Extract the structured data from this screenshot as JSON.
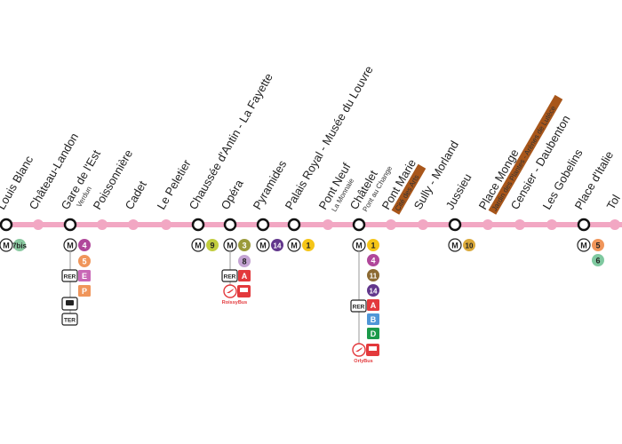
{
  "line_color": "#f2a7c3",
  "colors": {
    "line_1": "#f5c518",
    "line_3": "#9b9b3b",
    "line_4": "#b0479a",
    "line_5": "#f0955a",
    "line_6": "#7fc9a0",
    "line_7bis": "#89c9a0",
    "line_8": "#c4a3d3",
    "line_9": "#c2cd3e",
    "line_10": "#d9a83a",
    "line_11": "#8c6a33",
    "line_14": "#62378c",
    "rer_a": "#e3393c",
    "rer_b": "#4f96d7",
    "rer_d": "#1b9a4a",
    "rer_e": "#c867b6",
    "rer_p": "#f0955a",
    "bus_red": "#e3393c",
    "label_brown": "#a8561a"
  },
  "stations": [
    {
      "name": "Louis Blanc",
      "sub": ""
    },
    {
      "name": "Château-Landon",
      "sub": ""
    },
    {
      "name": "Gare de l'Est",
      "sub": "Verdun"
    },
    {
      "name": "Poissonnière",
      "sub": ""
    },
    {
      "name": "Cadet",
      "sub": ""
    },
    {
      "name": "Le Peletier",
      "sub": ""
    },
    {
      "name": "Chaussée d'Antin - La Fayette",
      "sub": ""
    },
    {
      "name": "Opéra",
      "sub": ""
    },
    {
      "name": "Pyramides",
      "sub": ""
    },
    {
      "name": "Palais Royal - Musée du Louvre",
      "sub": ""
    },
    {
      "name": "Pont Neuf",
      "sub": "La Monnaie"
    },
    {
      "name": "Châtelet",
      "sub": "Pont au Change"
    },
    {
      "name": "Pont Marie",
      "sub": "Cité des Arts"
    },
    {
      "name": "Sully - Morland",
      "sub": ""
    },
    {
      "name": "Jussieu",
      "sub": ""
    },
    {
      "name": "Place Monge",
      "sub": "Jardin des Plantes - Arènes de Lutèce"
    },
    {
      "name": "Censier - Daubenton",
      "sub": ""
    },
    {
      "name": "Les Gobelins",
      "sub": ""
    },
    {
      "name": "Place d'Italie",
      "sub": ""
    },
    {
      "name": "Tol",
      "sub": ""
    }
  ],
  "badges": {
    "metro": "M",
    "rer": "RER",
    "ter": "TER",
    "line_7bis": "7bis",
    "line_9": "9",
    "line_3": "3",
    "line_8": "8",
    "line_14": "14",
    "line_1": "1",
    "line_4": "4",
    "line_5": "5",
    "line_6": "6",
    "line_10": "10",
    "line_11": "11",
    "rer_a": "A",
    "rer_b": "B",
    "rer_d": "D",
    "rer_e": "E",
    "rer_p": "P",
    "roissybus": "RoissyBus",
    "orlybus": "OrlyBus"
  }
}
